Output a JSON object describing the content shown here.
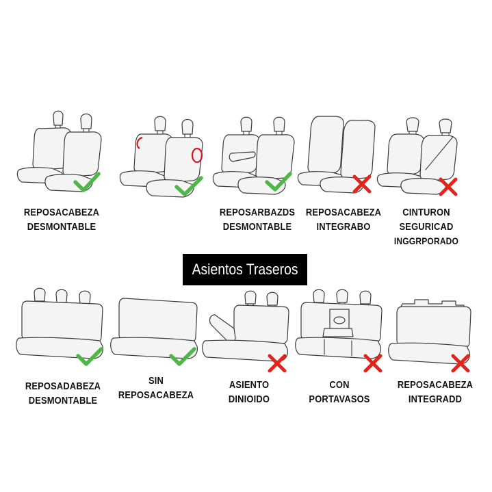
{
  "section_header": "Asientos Traseros",
  "front_seats": [
    {
      "lines": [
        "REPOSACABEZA",
        "DESMONTABLE"
      ],
      "status": "compatible",
      "icon": "check-icon"
    },
    {
      "lines": [],
      "status": "compatible",
      "icon": "check-icon"
    },
    {
      "lines": [
        "REPOSARBAZDS",
        "DESMONTABLE"
      ],
      "status": "compatible",
      "icon": "check-icon"
    },
    {
      "lines": [
        "REPOSACABEZA",
        "INTEGRABO"
      ],
      "status": "not-compatible",
      "icon": "cross-icon"
    },
    {
      "lines": [
        "CINTURON",
        "SEGURICAD",
        "INGGRPORADO"
      ],
      "status": "not-compatible",
      "icon": "cross-icon"
    }
  ],
  "rear_seats": [
    {
      "lines": [
        "REPOSADABEZA",
        "DESMONTABLE"
      ],
      "status": "compatible",
      "icon": "check-icon"
    },
    {
      "lines": [
        "SIN",
        "REPOSACABEZA"
      ],
      "status": "compatible",
      "icon": "check-icon"
    },
    {
      "lines": [
        "ASIENTO",
        "DINIOIDO"
      ],
      "status": "not-compatible",
      "icon": "cross-icon"
    },
    {
      "lines": [
        "CON",
        "PORTAVASOS"
      ],
      "status": "not-compatible",
      "icon": "cross-icon"
    },
    {
      "lines": [
        "REPOSACABEZA",
        "INTEGRADD"
      ],
      "status": "not-compatible",
      "icon": "cross-icon"
    }
  ],
  "colors": {
    "check": "#4db848",
    "cross": "#e1251b",
    "highlight": "#d9141e",
    "header_bg": "#000000",
    "header_text": "#ffffff"
  }
}
